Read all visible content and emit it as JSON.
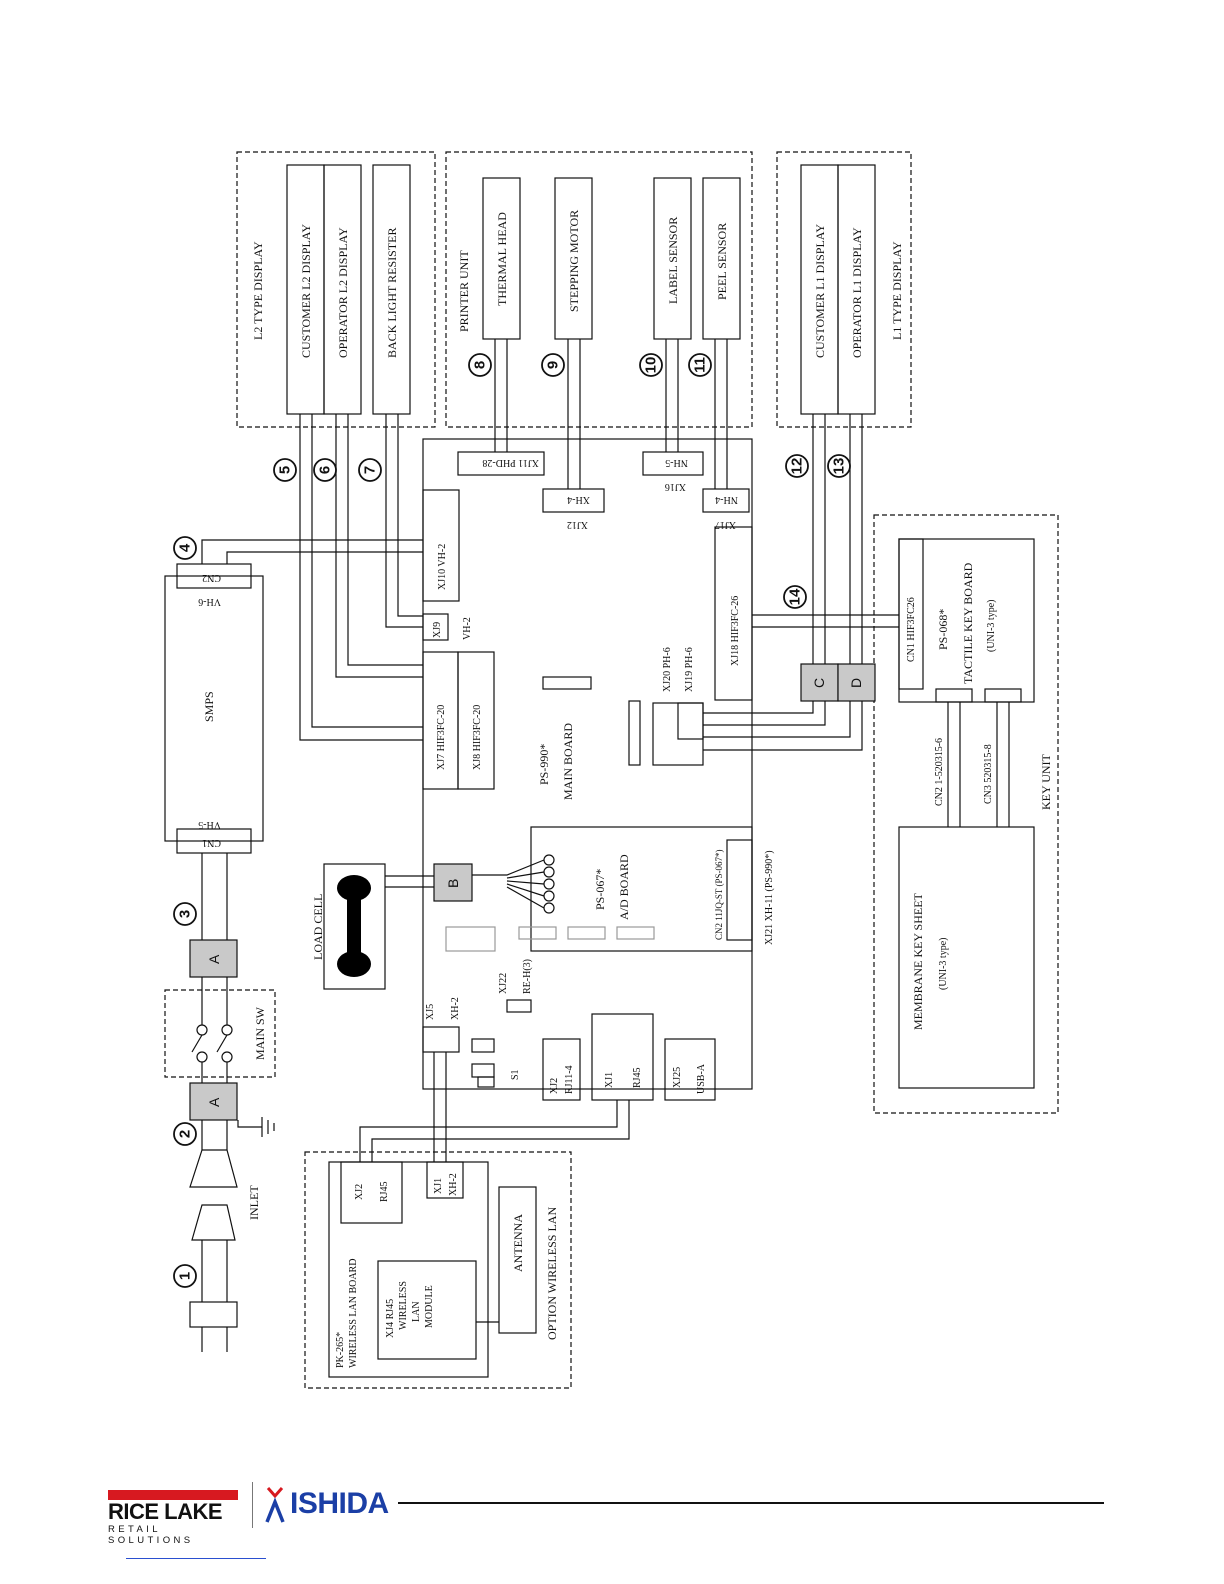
{
  "display_l2": {
    "group": "L2 TYPE DISPLAY",
    "customer": "CUSTOMER L2 DISPLAY",
    "operator": "OPERATOR L2 DISPLAY",
    "backlight": "BACK LIGHT RESISTER"
  },
  "printer": {
    "group": "PRINTER UNIT",
    "thermal_head": "THERMAL HEAD",
    "stepping_motor": "STEPPING MOTOR",
    "label_sensor": "LABEL SENSOR",
    "peel_sensor": "PEEL SENSOR"
  },
  "display_l1": {
    "group": "L1 TYPE DISPLAY",
    "customer": "CUSTOMER L1 DISPLAY",
    "operator": "OPERATOR L1 DISPLAY"
  },
  "main_board": {
    "name": "PS-990*",
    "title": "MAIN BOARD",
    "xj11": "XJ11 PHD-28",
    "nh5": "NH-5",
    "xh4": "XH-4",
    "xj12": "XJ12",
    "xj16": "XJ16",
    "nh4": "NH-4",
    "xj17": "XJ17",
    "xj10": "XJ10 VH-2",
    "xj9": "XJ9",
    "vh2": "VH-2",
    "xj7": "XJ7 HIF3FC-20",
    "xj8": "XJ8 HIF3FC-20",
    "xj18": "XJ18 HIF3FC-26",
    "xj20": "XJ20 PH-6",
    "xj19": "XJ19 PH-6",
    "xj5": "XJ5",
    "xh2": "XH-2",
    "xj22": "XJ22",
    "re": "RE-H(3)",
    "s1": "S1",
    "xj2": "XJ2",
    "rj114": "RJ11-4",
    "xj1": "XJ1",
    "rj45": "RJ45",
    "xj25": "XJ25",
    "usba": "USB-A",
    "xj21": "XJ21 XH-11 (PS-990*)"
  },
  "ad_board": {
    "name": "PS-067*",
    "title": "A/D BOARD",
    "cn2": "CN2 11JQ-ST (PS-067*)"
  },
  "smps": {
    "name": "SMPS",
    "cn1": "CN1",
    "vh5": "VH-5",
    "cn2": "CN2",
    "vh6": "VH-6"
  },
  "power": {
    "inlet": "INLET",
    "main_sw": "MAIN SW"
  },
  "load_cell": "LOAD CELL",
  "connectors": {
    "a": "A",
    "b": "B",
    "c": "C",
    "d": "D"
  },
  "key_unit": {
    "group": "KEY UNIT",
    "cn1": "CN1 HIF3FC26",
    "tactile_name": "PS-068*",
    "tactile_title": "TACTILE KEY BOARD",
    "tactile_type": "(UNI-3 type)",
    "cn2": "CN2 1-520315-6",
    "cn3": "CN3 520315-8",
    "membrane_title": "MEMBRANE KEY SHEET",
    "membrane_type": "(UNI-3 type)"
  },
  "wireless": {
    "group": "OPTION WIRELESS LAN",
    "board": "PK-265*",
    "board_title": "WIRELESS LAN BOARD",
    "xj2": "XJ2",
    "rj45": "RJ45",
    "xj1": "XJ1",
    "xh2": "XH-2",
    "module_l1": "XJ4 RJ45",
    "module_l2": "WIRELESS",
    "module_l3": "LAN",
    "module_l4": "MODULE",
    "antenna": "ANTENNA"
  },
  "callouts": [
    "1",
    "2",
    "3",
    "4",
    "5",
    "6",
    "7",
    "8",
    "9",
    "10",
    "11",
    "12",
    "13",
    "14"
  ],
  "brand": {
    "rice_lake": "RICE LAKE",
    "rice_lake_sub": "RETAIL SOLUTIONS",
    "ishida": "ISHIDA",
    "rice_lake_red": "#d71920",
    "ishida_blue": "#1b3fa6"
  }
}
